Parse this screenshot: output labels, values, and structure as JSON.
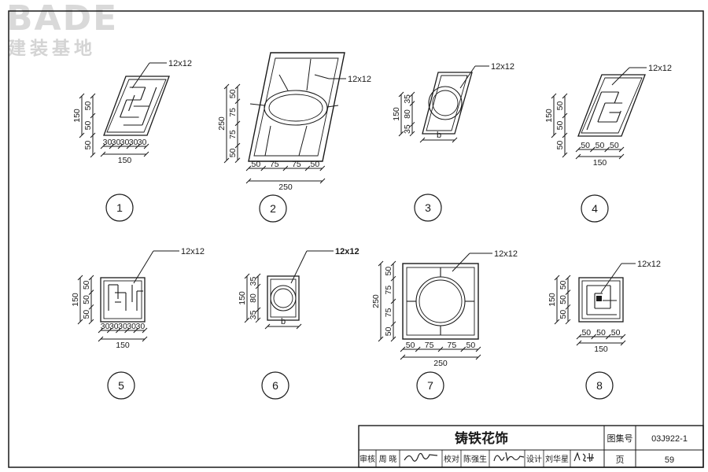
{
  "logo": {
    "main": "BADE",
    "sub": "建装基地"
  },
  "size_label": "12x12",
  "drawings": [
    {
      "number": "1",
      "dims_v": [
        "50",
        "50",
        "50"
      ],
      "total_v": "150",
      "dims_h": [
        "30",
        "30",
        "30",
        "30",
        "30"
      ],
      "total_h": "150"
    },
    {
      "number": "2",
      "dims_v": [
        "50",
        "75",
        "75",
        "50"
      ],
      "total_v": "250",
      "dims_h": [
        "50",
        "75",
        "75",
        "50"
      ],
      "total_h": "250"
    },
    {
      "number": "3",
      "dims_v": [
        "35",
        "80",
        "35"
      ],
      "total_v": "150",
      "width_label": "b"
    },
    {
      "number": "4",
      "dims_v": [
        "50",
        "50",
        "50"
      ],
      "total_v": "150",
      "dims_h": [
        "50",
        "50",
        "50"
      ],
      "total_h": "150"
    },
    {
      "number": "5",
      "dims_v": [
        "50",
        "50",
        "50"
      ],
      "total_v": "150",
      "dims_h": [
        "30",
        "30",
        "30",
        "30",
        "30"
      ],
      "total_h": "150"
    },
    {
      "number": "6",
      "dims_v": [
        "35",
        "80",
        "35"
      ],
      "total_v": "150",
      "width_label": "b"
    },
    {
      "number": "7",
      "dims_v": [
        "50",
        "75",
        "75",
        "50"
      ],
      "total_v": "250",
      "dims_h": [
        "50",
        "75",
        "75",
        "50"
      ],
      "total_h": "250"
    },
    {
      "number": "8",
      "dims_v": [
        "50",
        "50",
        "50"
      ],
      "total_v": "150",
      "dims_h": [
        "50",
        "50",
        "50"
      ],
      "total_h": "150"
    }
  ],
  "title_block": {
    "title": "铸铁花饰",
    "atlas_label": "图集号",
    "atlas_number": "03J922-1",
    "review_label": "审核",
    "review_name": "周 晓",
    "check_label": "校对",
    "check_name": "陈强生",
    "design_label": "设计",
    "design_name": "刘华星",
    "page_label": "页",
    "page_number": "59"
  }
}
